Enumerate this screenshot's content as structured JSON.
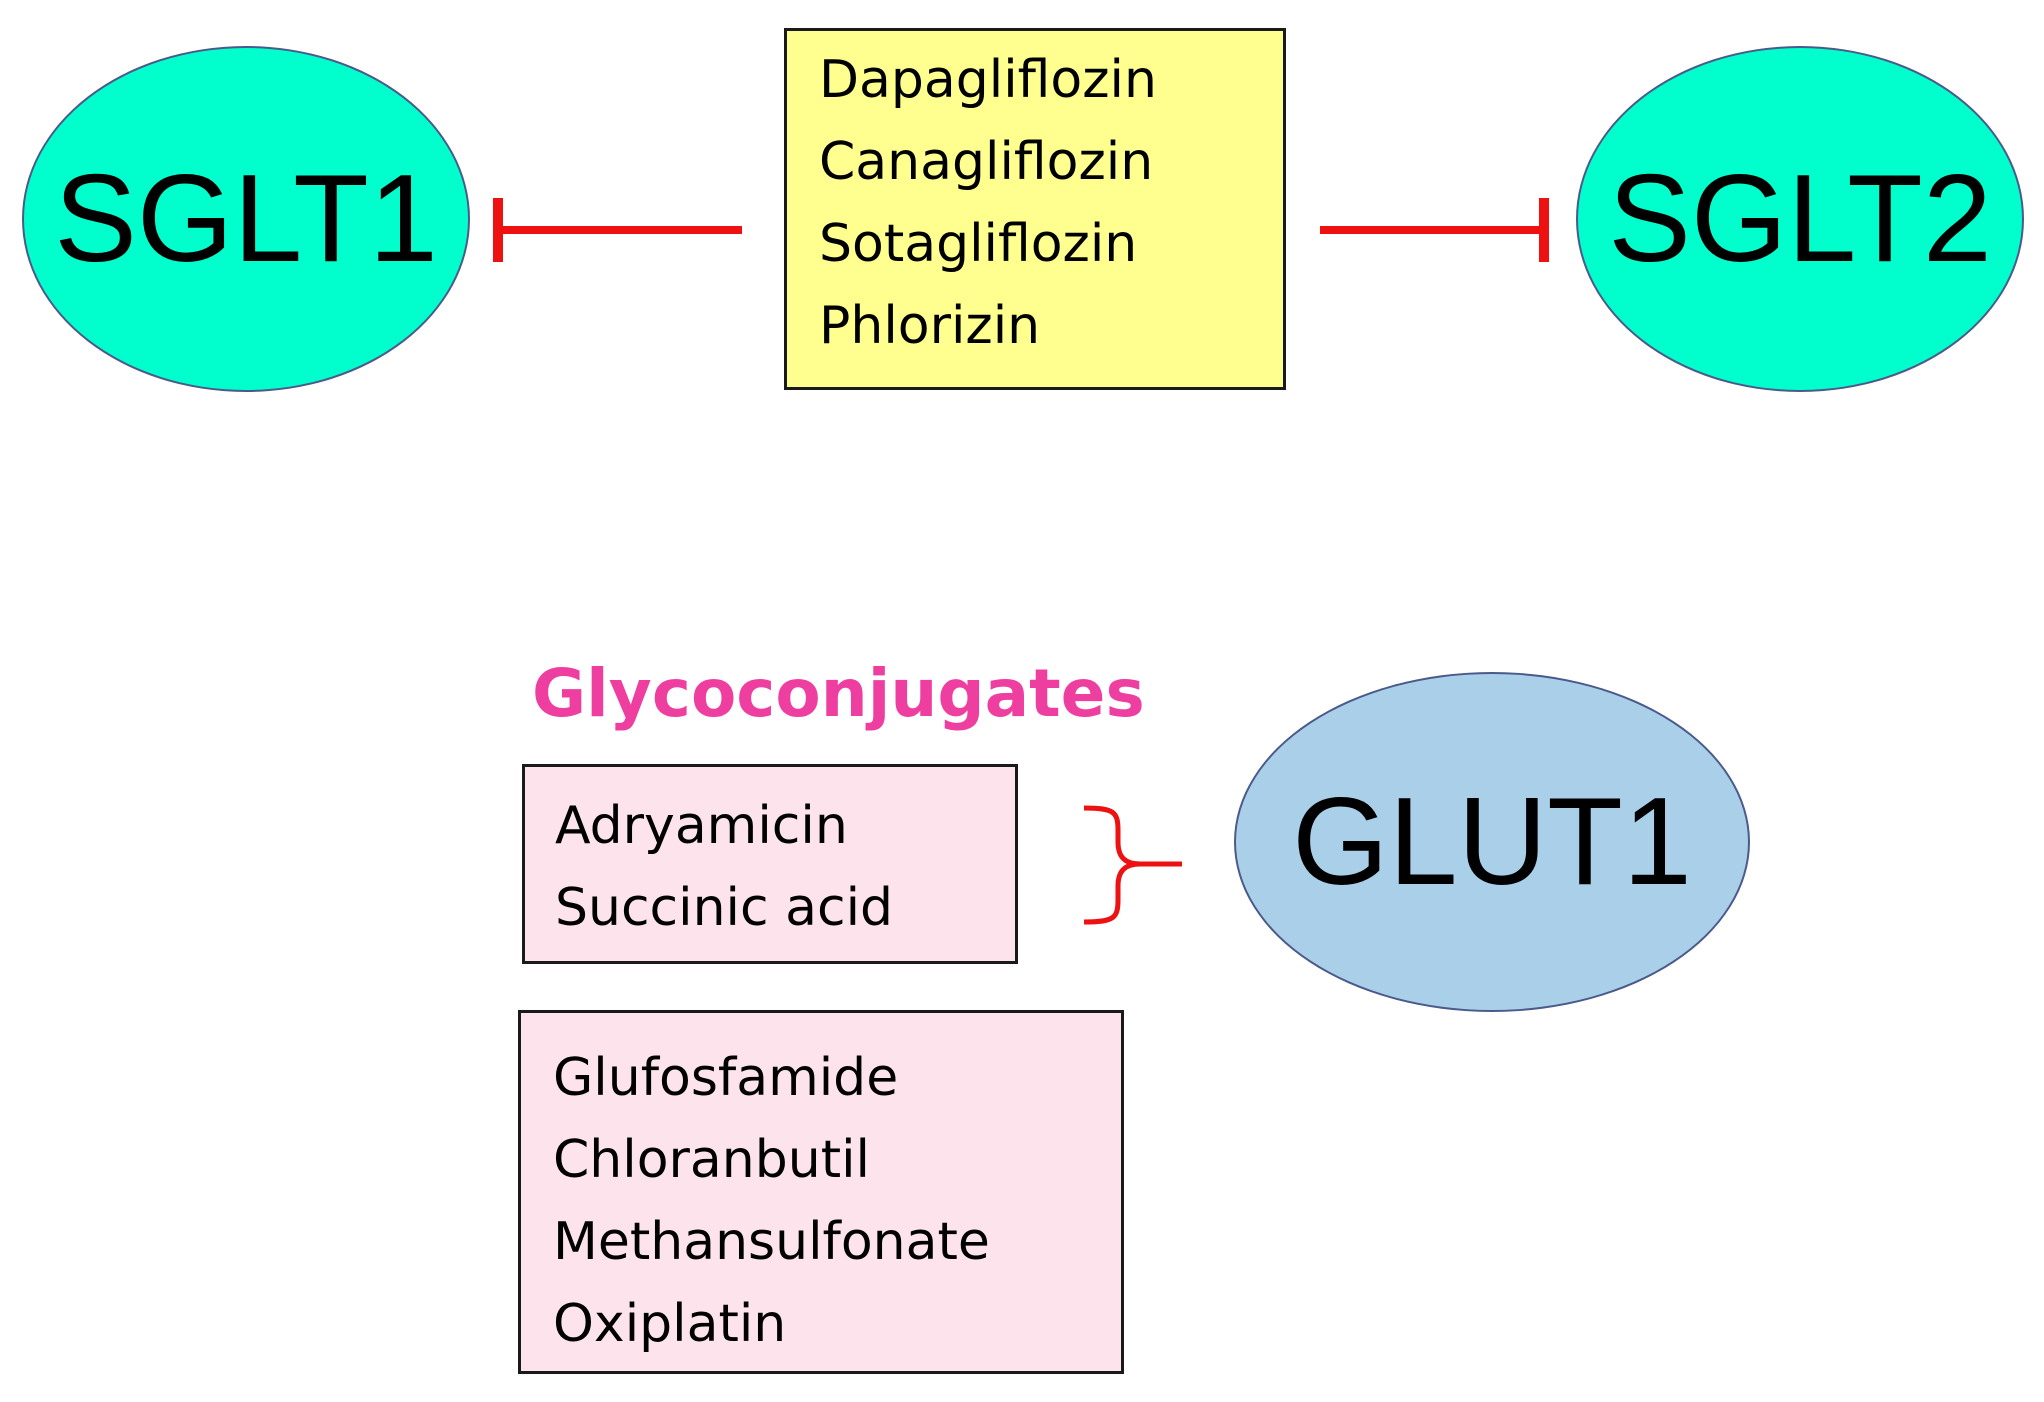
{
  "nodes": {
    "sglt1": "SGLT1",
    "sglt2": "SGLT2",
    "glut1": "GLUT1"
  },
  "sglt_inhibitors": [
    "Dapagliflozin",
    "Canagliflozin",
    "Sotagliflozin",
    "Phlorizin"
  ],
  "glycoconjugates": {
    "title": "Glycoconjugates",
    "group1": [
      "Adryamicin",
      "Succinic acid"
    ],
    "group2": [
      "Glufosfamide",
      "Chloranbutil",
      "Methansulfonate",
      "Oxiplatin"
    ]
  },
  "colors": {
    "sglt_fill": "#00ffcc",
    "glut_fill": "#aacfe8",
    "ellipse_border": "#4a5a8a",
    "sglt_box_fill": "#ffff8f",
    "glyco_box_fill": "#fde4ec",
    "box_border": "#1a1a1a",
    "inhibition": "#ee1111",
    "title": "#ee3fa0"
  }
}
